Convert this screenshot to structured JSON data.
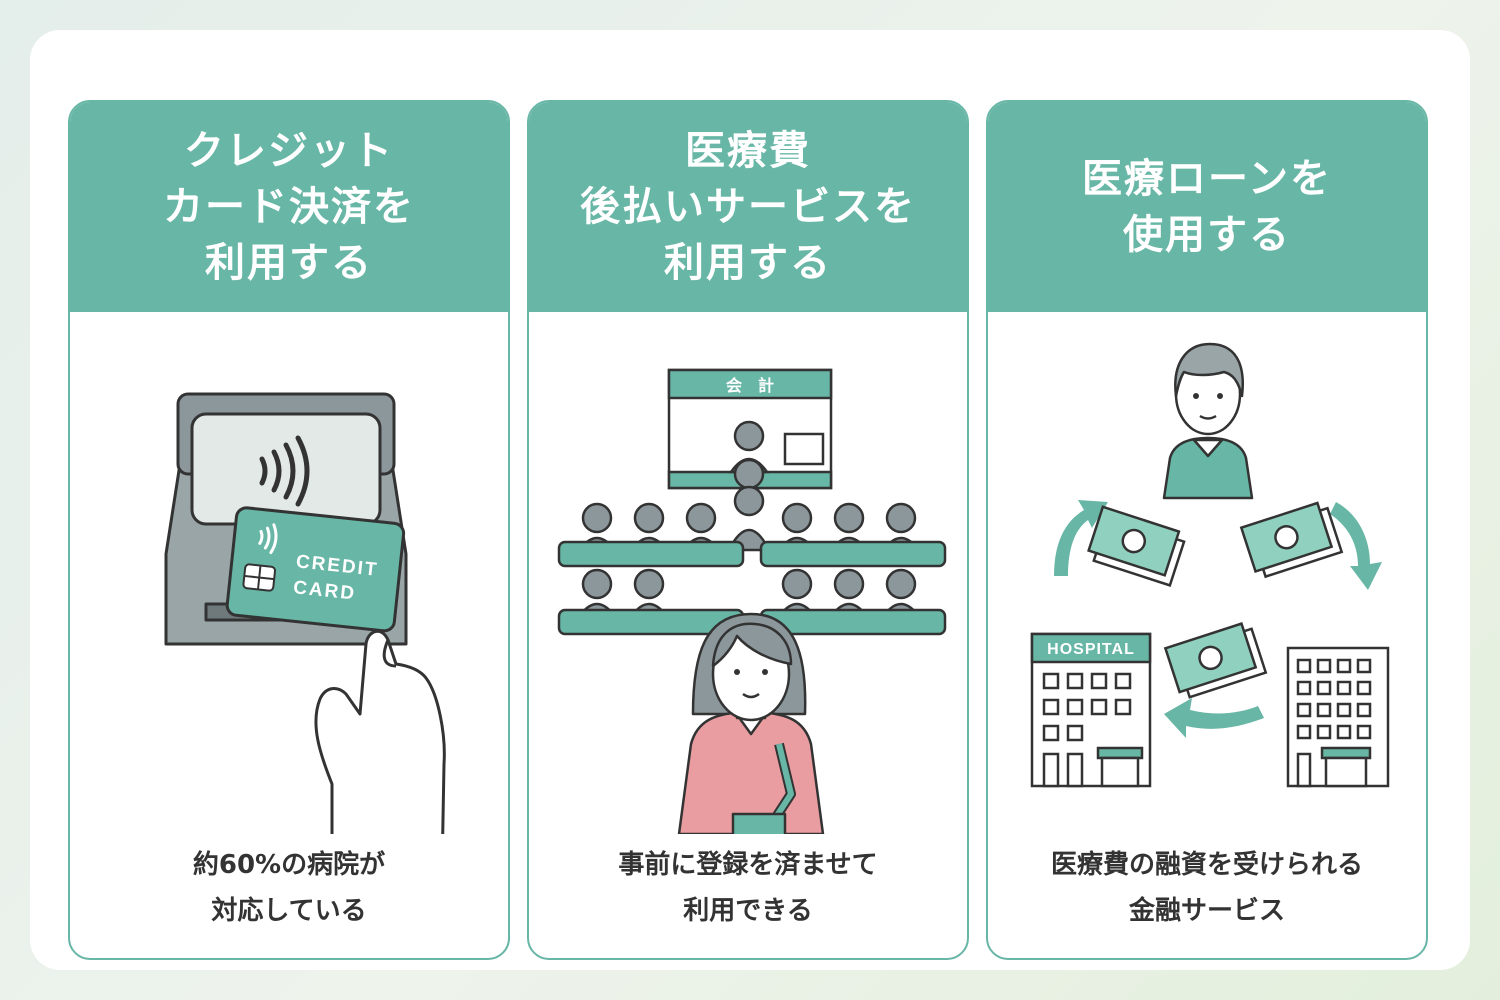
{
  "colors": {
    "accent": "#67b6a6",
    "accent_dark": "#5aa898",
    "text": "#333333",
    "gray": "#8c979b",
    "pink": "#ea9da0"
  },
  "panels": [
    {
      "title": "クレジット\nカード決済を\n利用する",
      "caption": "約60%の病院が\n対応している",
      "illustration": "credit-card-terminal-icon",
      "card_line1": "CREDIT",
      "card_line2": "CARD"
    },
    {
      "title": "医療費\n後払いサービスを\n利用する",
      "caption": "事前に登録を済ませて\n利用できる",
      "illustration": "hospital-waiting-room-icon",
      "sign_text": "会　計"
    },
    {
      "title": "医療ローンを\n使用する",
      "caption": "医療費の融資を受けられる\n金融サービス",
      "illustration": "medical-loan-flow-icon",
      "hospital_sign": "HOSPITAL"
    }
  ]
}
